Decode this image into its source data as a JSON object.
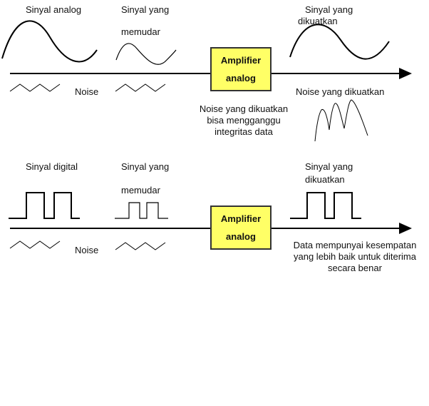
{
  "analog": {
    "signal_label": "Sinyal analog",
    "faded_label_1": "Sinyal yang",
    "faded_label_2": "memudar",
    "noise_label": "Noise",
    "amplifier_line1": "Amplifier",
    "amplifier_line2": "analog",
    "amplified_label_1": "Sinyal yang",
    "amplified_label_2": "dikuatkan",
    "amplified_noise_label": "Noise yang dikuatkan",
    "note_lines": [
      "Noise yang dikuatkan",
      "bisa mengganggu",
      "integritas data"
    ]
  },
  "digital": {
    "signal_label": "Sinyal digital",
    "faded_label_1": "Sinyal yang",
    "faded_label_2": "memudar",
    "noise_label": "Noise",
    "amplifier_line1": "Amplifier",
    "amplifier_line2": "analog",
    "amplified_label_1": "Sinyal yang",
    "amplified_label_2": "dikuatkan",
    "note_lines": [
      "Data mempunyai kesempatan",
      "yang lebih baik untuk diterima",
      "secara benar"
    ]
  }
}
